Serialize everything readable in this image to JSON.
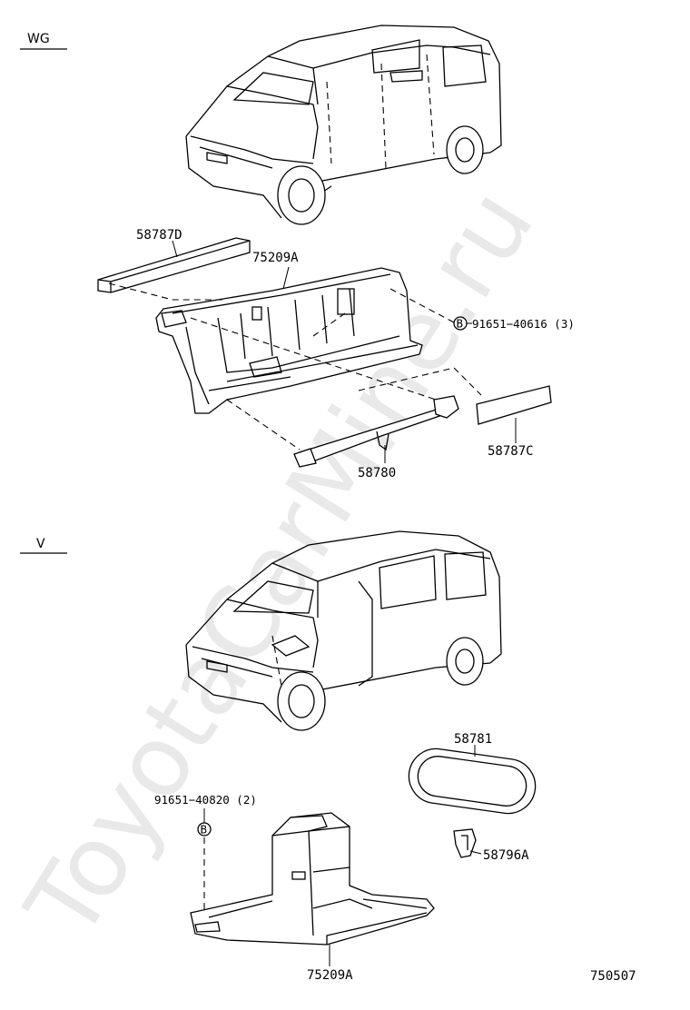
{
  "watermark": "ToyotaCarMine.ru",
  "sections": {
    "wg": "WG",
    "v": "V"
  },
  "parts": {
    "p58787D": "58787D",
    "p75209A_top": "75209A",
    "bolt_top": "91651−40616 (3)",
    "p58787C": "58787C",
    "p58780": "58780",
    "p58781": "58781",
    "bolt_bottom": "91651−40820 (2)",
    "p58796A": "58796A",
    "p75209A_bottom": "75209A"
  },
  "bolt_symbol": "B",
  "illustration_code": "750507"
}
